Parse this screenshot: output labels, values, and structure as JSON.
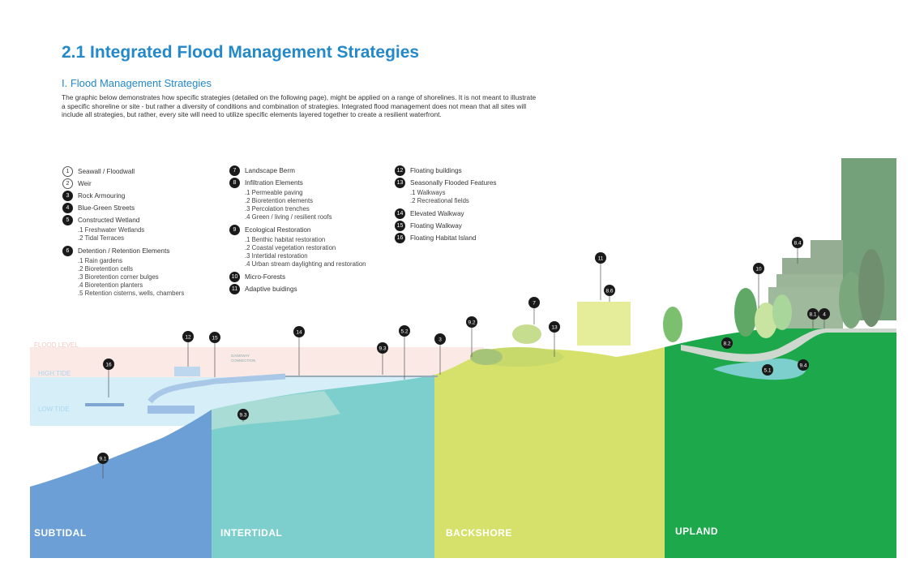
{
  "title": "2.1 Integrated Flood Management Strategies",
  "subtitle": "I.  Flood Management Strategies",
  "intro": " The graphic below demonstrates how specific strategies (detailed on the following page), might be applied on a range of shorelines. It is not meant to illustrate a specific shoreline or site - but rather a diversity of conditions and combination of strategies. Integrated flood management does not mean that all sites will include all strategies, but rather, every site will need to utilize specific elements layered together to create a resilient waterfront.",
  "legend": [
    [
      {
        "n": "1",
        "label": "Seawall / Floodwall",
        "outline": true,
        "subs": []
      },
      {
        "n": "2",
        "label": "Weir",
        "outline": true,
        "subs": []
      },
      {
        "n": "3",
        "label": "Rock Armouring",
        "subs": []
      },
      {
        "n": "4",
        "label": "Blue-Green Streets",
        "subs": []
      },
      {
        "n": "5",
        "label": "Constructed Wetland",
        "subs": [
          ".1 Freshwater Wetlands",
          ".2 Tidal Terraces"
        ]
      },
      {
        "n": "6",
        "label": "Detention / Retention Elements",
        "subs": [
          ".1 Rain gardens",
          ".2 Bioretention cells",
          ".3 Bioretention corner bulges",
          ".4 Bioretention planters",
          ".5 Retention cisterns, wells, chambers"
        ]
      }
    ],
    [
      {
        "n": "7",
        "label": "Landscape Berm",
        "subs": []
      },
      {
        "n": "8",
        "label": "Infiltration Elements",
        "subs": [
          ".1 Permeable paving",
          ".2 Bioretention elements",
          ".3 Percolation trenches",
          ".4 Green / living / resilient roofs"
        ]
      },
      {
        "n": "9",
        "label": "Ecological Restoration",
        "subs": [
          ".1 Benthic habitat restoration",
          ".2 Coastal vegetation restoration",
          ".3 Intertidal restoration",
          ".4 Urban stream daylighting and restoration"
        ]
      },
      {
        "n": "10",
        "label": "Micro-Forests",
        "subs": []
      },
      {
        "n": "11",
        "label": "Adaptive buidings",
        "subs": []
      }
    ],
    [
      {
        "n": "12",
        "label": "Floating buildings",
        "subs": []
      },
      {
        "n": "13",
        "label": "Seasonally Flooded Features",
        "subs": [
          ".1 Walkways",
          ".2 Recreational fields"
        ]
      },
      {
        "n": "14",
        "label": "Elevated Walkway",
        "subs": []
      },
      {
        "n": "15",
        "label": "Floating Walkway",
        "subs": []
      },
      {
        "n": "16",
        "label": "Floating Habitat Island",
        "subs": []
      }
    ]
  ],
  "levels": {
    "flood": "FLOOD LEVEL",
    "high": "HIGH TIDE",
    "low": "LOW TIDE"
  },
  "gangway": [
    "GANGWAY",
    "CONNECTION"
  ],
  "zones": [
    "SUBTIDAL",
    "INTERTIDAL",
    "BACKSHORE",
    "UPLAND"
  ],
  "markers": [
    "16",
    "9.1",
    "12",
    "15",
    "14",
    "9.3",
    "5.2",
    "3",
    "9.3",
    "9.2",
    "7",
    "13",
    "11",
    "8.6",
    "10",
    "8.4",
    "8.1",
    "4",
    "8.2",
    "5.1",
    "9.4"
  ],
  "colors": {
    "subtidal": "#6b9fd6",
    "intertidal": "#7dcfcd",
    "backshore": "#d5e16b",
    "upland": "#1ca84b",
    "title": "#2389c9"
  }
}
